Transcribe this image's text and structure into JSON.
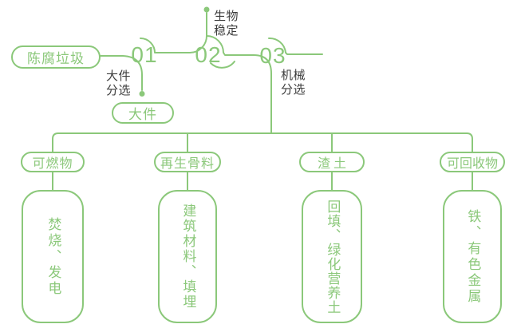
{
  "colors": {
    "green": "#8bc87a",
    "label_dark": "#3d3d3d",
    "background": "#ffffff"
  },
  "source": {
    "label": "陈腐垃圾"
  },
  "steps": [
    {
      "number": "01",
      "process": [
        "大件",
        "分选"
      ],
      "output": "大件"
    },
    {
      "number": "02",
      "process": [
        "生物",
        "稳定"
      ]
    },
    {
      "number": "03",
      "process": [
        "机械",
        "分选"
      ]
    }
  ],
  "branches": [
    {
      "category": "可燃物",
      "disposal": "焚烧、发电"
    },
    {
      "category": "再生骨料",
      "disposal": "建筑材料、填埋"
    },
    {
      "category": "渣土",
      "disposal": "回填、绿化营养土"
    },
    {
      "category": "可回收物",
      "disposal": "铁、有色金属"
    }
  ]
}
